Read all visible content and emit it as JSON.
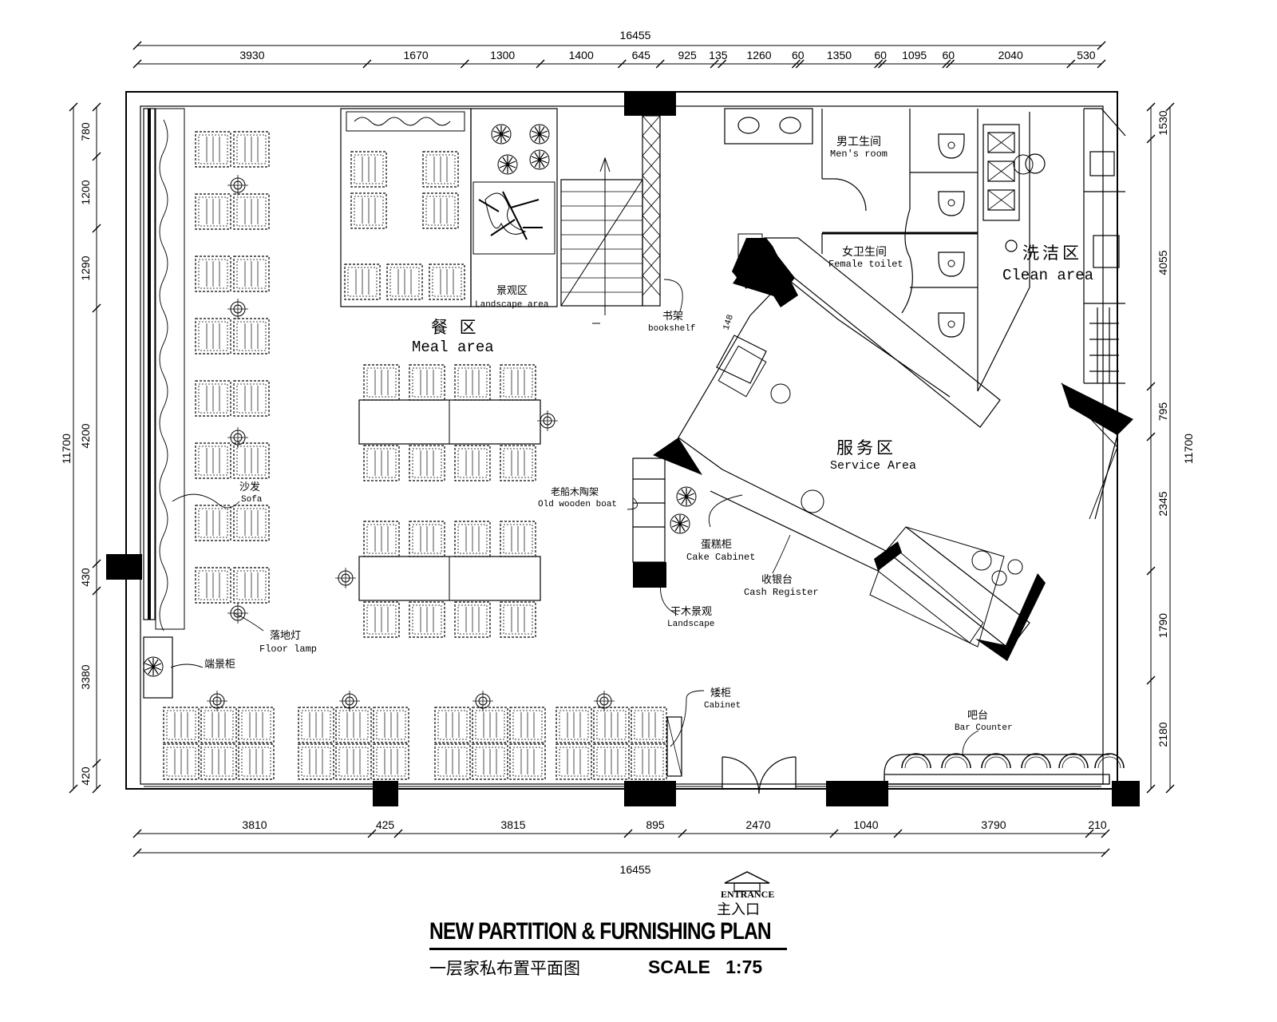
{
  "title": "NEW PARTITION & FURNISHING PLAN",
  "subtitle_cn": "一层家私布置平面图",
  "scale_label": "SCALE",
  "scale_value": "1:75",
  "entrance": {
    "en": "ENTRANCE",
    "cn": "主入口"
  },
  "dimensions": {
    "top_total": "16455",
    "top": [
      "3930",
      "1670",
      "1300",
      "1400",
      "645",
      "925",
      "135",
      "1260",
      "60",
      "1350",
      "60",
      "1095",
      "60",
      "2040",
      "530"
    ],
    "bottom_total": "16455",
    "bottom": [
      "3810",
      "425",
      "3815",
      "895",
      "2470",
      "1040",
      "3790",
      "210"
    ],
    "left_total": "11700",
    "left": [
      "780",
      "1200",
      "1290",
      "4200",
      "430",
      "3380",
      "420"
    ],
    "right_total": "11700",
    "right": [
      "1530",
      "4055",
      "795",
      "2345",
      "1790",
      "2180"
    ]
  },
  "labels": {
    "meal_area": {
      "cn": "餐 区",
      "en": "Meal area"
    },
    "service_area": {
      "cn": "服务区",
      "en": "Service Area"
    },
    "clean_area": {
      "cn": "洗洁区",
      "en": "Clean area"
    },
    "mens_room": {
      "cn": "男工生间",
      "en": "Men's room"
    },
    "female_toilet": {
      "cn": "女卫生间",
      "en": "Female toilet"
    },
    "landscape_area": {
      "cn": "景观区",
      "en": "Landscape area"
    },
    "bookshelf": {
      "cn": "书架",
      "en": "bookshelf"
    },
    "sofa": {
      "cn": "沙发",
      "en": "Sofa"
    },
    "floor_lamp": {
      "cn": "落地灯",
      "en": "Floor lamp"
    },
    "landscape_cabinet": {
      "cn": "端景柜"
    },
    "old_wooden_boat": {
      "cn": "老船木陶架",
      "en": "Old wooden boat"
    },
    "cake_cabinet": {
      "cn": "蛋糕柜",
      "en": "Cake Cabinet"
    },
    "cash_register": {
      "cn": "收银台",
      "en": "Cash Register"
    },
    "dry_landscape": {
      "cn": "干木景观",
      "en": "Landscape"
    },
    "cabinet": {
      "cn": "矮柜",
      "en": "Cabinet"
    },
    "bar_counter": {
      "cn": "吧台",
      "en": "Bar Counter"
    },
    "level_mark": "148"
  }
}
